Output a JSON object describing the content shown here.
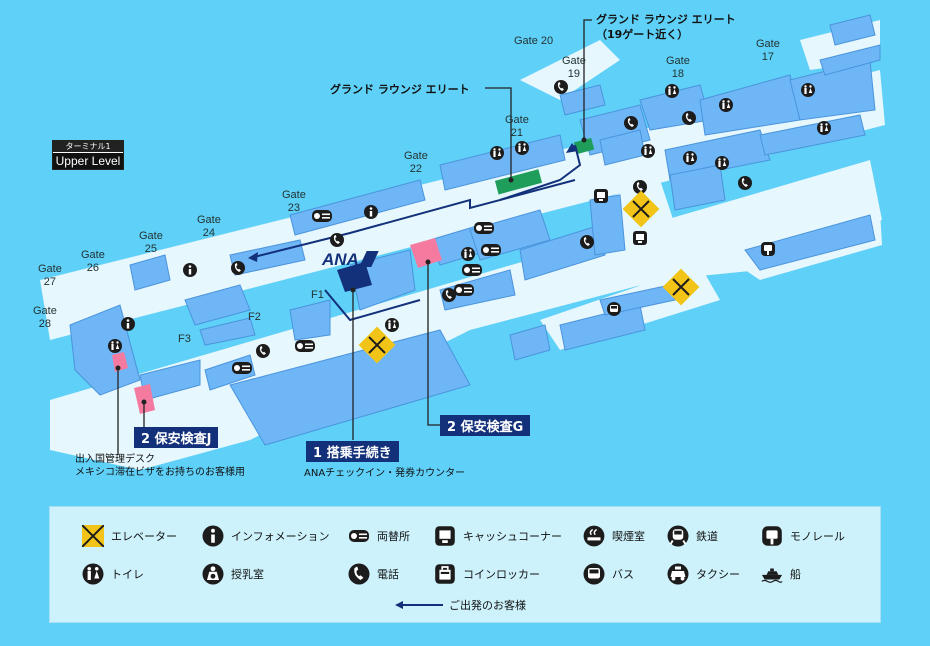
{
  "terminal": {
    "label": "ターミナル1",
    "level": "Upper Level"
  },
  "brand": {
    "name": "ANA"
  },
  "gates": [
    {
      "id": "g17",
      "line1": "Gate",
      "line2": "17"
    },
    {
      "id": "g18",
      "line1": "Gate",
      "line2": "18"
    },
    {
      "id": "g19",
      "line1": "Gate",
      "line2": "19"
    },
    {
      "id": "g20",
      "line1": "Gate 20",
      "line2": ""
    },
    {
      "id": "g21",
      "line1": "Gate",
      "line2": "21"
    },
    {
      "id": "g22",
      "line1": "Gate",
      "line2": "22"
    },
    {
      "id": "g23",
      "line1": "Gate",
      "line2": "23"
    },
    {
      "id": "g24",
      "line1": "Gate",
      "line2": "24"
    },
    {
      "id": "g25",
      "line1": "Gate",
      "line2": "25"
    },
    {
      "id": "g26",
      "line1": "Gate",
      "line2": "26"
    },
    {
      "id": "g27",
      "line1": "Gate",
      "line2": "27"
    },
    {
      "id": "g28",
      "line1": "Gate",
      "line2": "28"
    }
  ],
  "floors": {
    "f1": "F1",
    "f2": "F2",
    "f3": "F3"
  },
  "callouts": {
    "lounge_near19_line1": "グランド ラウンジ エリート",
    "lounge_near19_line2": "（19ゲート近く）",
    "lounge_21": "グランド ラウンジ エリート"
  },
  "labels": {
    "checkin": "1 搭乗手続き",
    "checkin_sub": "ANAチェックイン・発券カウンター",
    "security_g": "2 保安検査G",
    "security_j": "2 保安検査J",
    "immigration_line1": "出入国管理デスク",
    "immigration_line2": "メキシコ滞在ビザをお持ちのお客様用"
  },
  "legend": {
    "elevator": "エレベーター",
    "info": "インフォメーション",
    "exchange": "両替所",
    "cash": "キャッシュコーナー",
    "smoking": "喫煙室",
    "railway": "鉄道",
    "monorail": "モノレール",
    "toilet": "トイレ",
    "nursing": "授乳室",
    "phone": "電話",
    "locker": "コインロッカー",
    "bus": "バス",
    "taxi": "タクシー",
    "ship": "船",
    "departure": "ご出発のお客様"
  },
  "colors": {
    "water": "#5fd0f8",
    "terminal_floor": "#e6f7fd",
    "building": "#6fb6f7",
    "navy": "#13307a",
    "security": "#f47aa0",
    "lounge": "#1e9e5a",
    "elevator": "#f2c418"
  }
}
